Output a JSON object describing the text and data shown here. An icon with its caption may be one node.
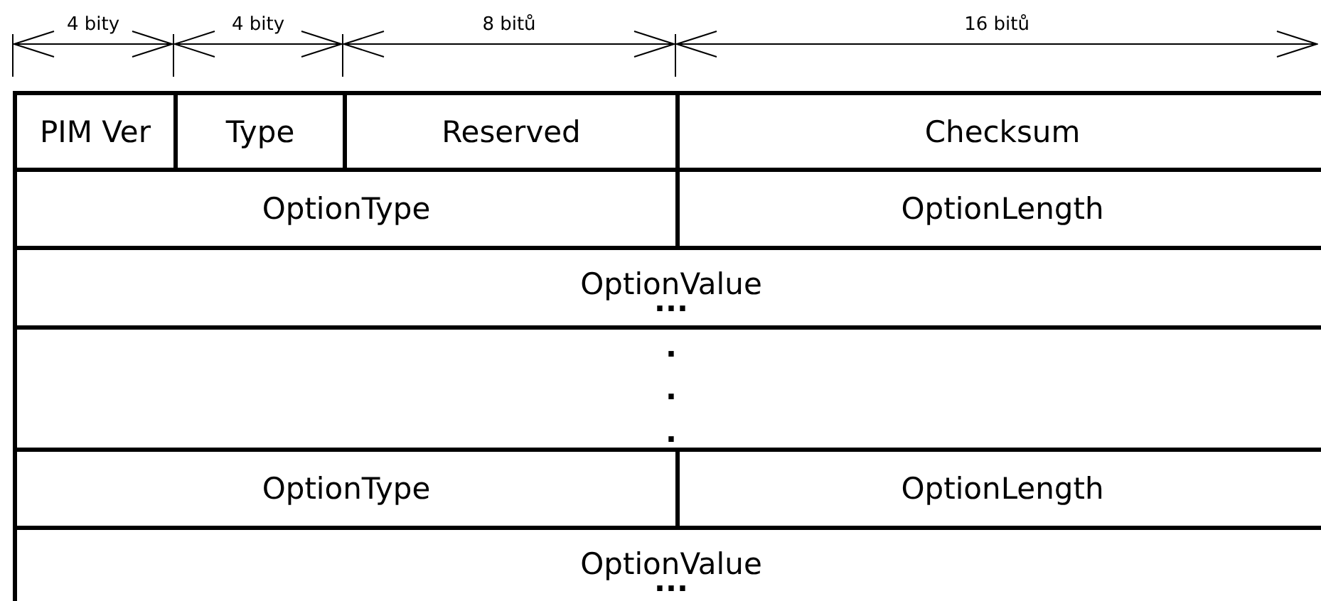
{
  "diagram": {
    "nodes": [
      {
        "text": [
          "PIM Ver"
        ]
      },
      {
        "text": [
          "Type"
        ]
      },
      {
        "text": [
          "Reserved"
        ]
      },
      {
        "text": [
          "Checksum"
        ]
      },
      {
        "text": [
          "OptionType"
        ]
      },
      {
        "text": [
          "OptionLength"
        ]
      },
      {
        "text": [
          "OptionValue",
          "..."
        ]
      },
      {
        "text": [
          ".",
          ".",
          "."
        ]
      },
      {
        "text": [
          "OptionType"
        ]
      },
      {
        "text": [
          "OptionLength"
        ]
      },
      {
        "text": [
          "OptionValue",
          "..."
        ]
      }
    ],
    "labels": [
      "4 bity",
      "4 bity",
      "8 bitů",
      "16 bitů"
    ]
  }
}
